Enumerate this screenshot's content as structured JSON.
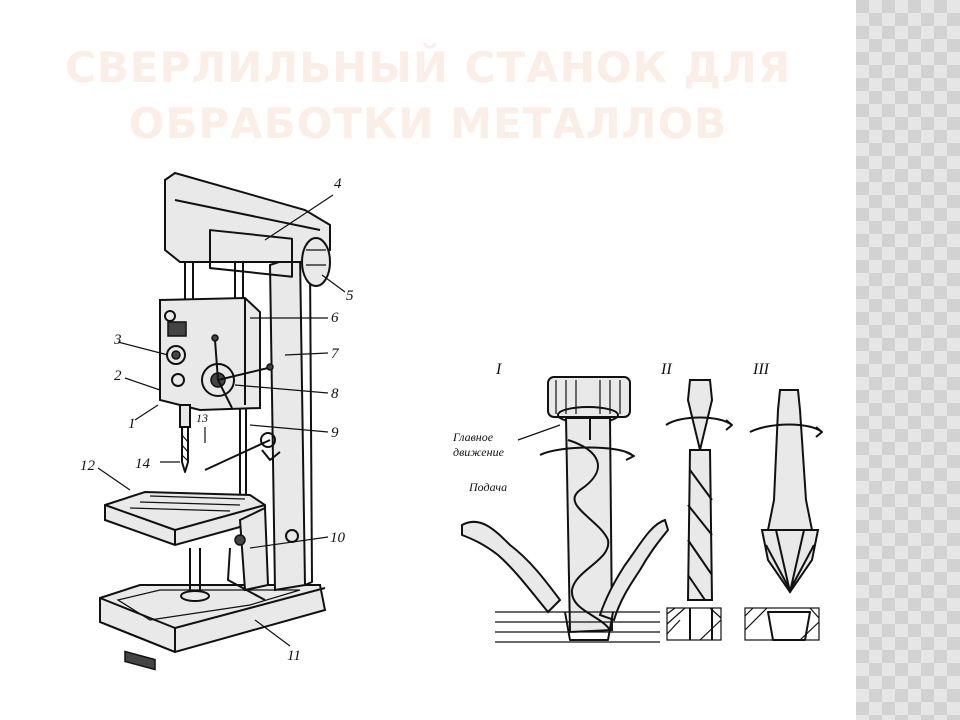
{
  "slide": {
    "title_line1": "СВЕРЛИЛЬНЫЙ СТАНОК ДЛЯ",
    "title_line2": "ОБРАБОТКИ МЕТАЛЛОВ"
  },
  "machine_labels": [
    "1",
    "2",
    "3",
    "4",
    "5",
    "6",
    "7",
    "8",
    "9",
    "10",
    "11",
    "12",
    "13",
    "14"
  ],
  "drill_diagram": {
    "roman": [
      "I",
      "II",
      "III"
    ],
    "main_motion_line1": "Главное",
    "main_motion_line2": "движение",
    "feed": "Подача"
  },
  "colors": {
    "title": "#fbeee6",
    "ink": "#111111",
    "pattern_light": "#e6e6e6",
    "pattern_dark": "#d2d2d2"
  }
}
